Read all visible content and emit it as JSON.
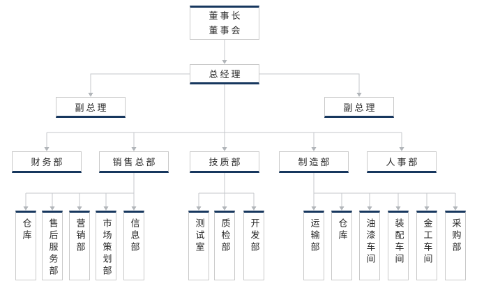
{
  "org_chart": {
    "colors": {
      "accent_navy": "#17375e",
      "box_border": "#c9c9c9",
      "connector_line": "#c4c7cb",
      "arrowhead": "#b2b6ba",
      "text": "#262626"
    },
    "nodes": {
      "chairman_board": {
        "line1": "董事长",
        "line2": "董事会"
      },
      "general_manager": {
        "label": "总经理"
      },
      "deputy_manager_left": {
        "label": "副总理"
      },
      "deputy_manager_right": {
        "label": "副总理"
      },
      "finance_dept": {
        "label": "财务部"
      },
      "sales_headquarters": {
        "label": "销售总部"
      },
      "tech_quality_dept": {
        "label": "技质部"
      },
      "manufacturing_dept": {
        "label": "制造部"
      },
      "hr_dept": {
        "label": "人事部"
      },
      "warehouse_sales": {
        "label": "仓库"
      },
      "after_sales_service_dept": {
        "label": "售后服务部"
      },
      "marketing_dept": {
        "label": "营销部"
      },
      "market_planning_dept": {
        "label": "市场策划部"
      },
      "information_dept": {
        "label": "信息部"
      },
      "test_room": {
        "label": "测试室"
      },
      "quality_inspection_dept": {
        "label": "质检部"
      },
      "development_dept": {
        "label": "开发部"
      },
      "transport_dept": {
        "label": "运输部"
      },
      "warehouse_manufacturing": {
        "label": "仓库"
      },
      "paint_workshop": {
        "label": "油漆车间"
      },
      "assembly_workshop": {
        "label": "装配车间"
      },
      "metalwork_workshop": {
        "label": "金工车间"
      },
      "purchasing_dept": {
        "label": "采购部"
      }
    }
  }
}
